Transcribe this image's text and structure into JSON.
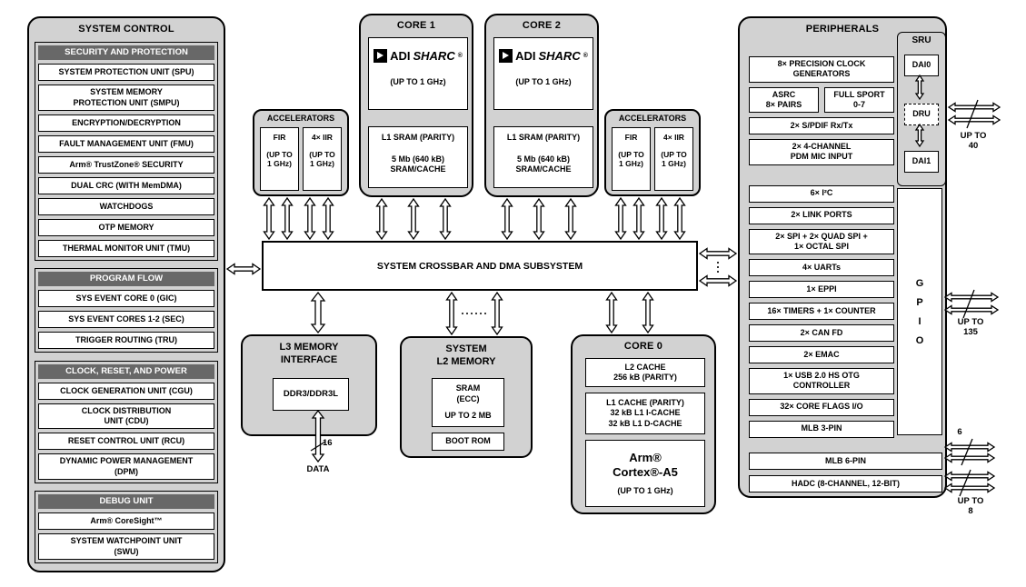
{
  "system_control": {
    "title": "SYSTEM CONTROL",
    "sections": [
      {
        "header": "SECURITY AND PROTECTION",
        "items": [
          "SYSTEM PROTECTION UNIT (SPU)",
          "SYSTEM MEMORY\nPROTECTION UNIT (SMPU)",
          "ENCRYPTION/DECRYPTION",
          "FAULT MANAGEMENT UNIT (FMU)",
          "Arm® TrustZone® SECURITY",
          "DUAL CRC (WITH MemDMA)",
          "WATCHDOGS",
          "OTP MEMORY",
          "THERMAL MONITOR UNIT (TMU)"
        ]
      },
      {
        "header": "PROGRAM FLOW",
        "items": [
          "SYS EVENT CORE 0 (GIC)",
          "SYS EVENT CORES 1-2 (SEC)",
          "TRIGGER ROUTING (TRU)"
        ]
      },
      {
        "header": "CLOCK, RESET, AND POWER",
        "items": [
          "CLOCK GENERATION UNIT (CGU)",
          "CLOCK DISTRIBUTION\nUNIT (CDU)",
          "RESET CONTROL UNIT (RCU)",
          "DYNAMIC POWER MANAGEMENT\n(DPM)"
        ]
      },
      {
        "header": "DEBUG UNIT",
        "items": [
          "Arm® CoreSight™",
          "SYSTEM WATCHPOINT UNIT\n(SWU)"
        ]
      }
    ]
  },
  "accel_left": {
    "title": "ACCELERATORS",
    "units": [
      {
        "l1": "FIR",
        "l2": "(UP TO",
        "l3": "1 GHz)"
      },
      {
        "l1": "4× IIR",
        "l2": "(UP TO",
        "l3": "1 GHz)"
      }
    ]
  },
  "accel_right": {
    "title": "ACCELERATORS",
    "units": [
      {
        "l1": "FIR",
        "l2": "(UP TO",
        "l3": "1 GHz)"
      },
      {
        "l1": "4× IIR",
        "l2": "(UP TO",
        "l3": "1 GHz)"
      }
    ]
  },
  "core1": {
    "title": "CORE 1",
    "logo_text": "ADI",
    "chip_name": "SHARC",
    "chip_reg": "®",
    "speed": "(UP TO 1 GHz)",
    "l1_line1": "L1 SRAM (PARITY)",
    "l1_line2": "5 Mb (640 kB)",
    "l1_line3": "SRAM/CACHE"
  },
  "core2": {
    "title": "CORE 2",
    "logo_text": "ADI",
    "chip_name": "SHARC",
    "chip_reg": "®",
    "speed": "(UP TO 1 GHz)",
    "l1_line1": "L1 SRAM (PARITY)",
    "l1_line2": "5 Mb (640 kB)",
    "l1_line3": "SRAM/CACHE"
  },
  "crossbar": {
    "label": "SYSTEM CROSSBAR AND DMA SUBSYSTEM"
  },
  "l3_memory": {
    "title1": "L3 MEMORY",
    "title2": "INTERFACE",
    "ddr": "DDR3/DDR3L",
    "bus_width": "16",
    "bus_label": "DATA"
  },
  "l2_memory": {
    "title1": "SYSTEM",
    "title2": "L2 MEMORY",
    "sram1": "SRAM",
    "sram2": "(ECC)",
    "sram3": "UP TO 2 MB",
    "boot_rom": "BOOT ROM"
  },
  "core0": {
    "title": "CORE 0",
    "l2c1": "L2 CACHE",
    "l2c2": "256 kB (PARITY)",
    "l1c1": "L1 CACHE (PARITY)",
    "l1c2": "32 kB L1 I-CACHE",
    "l1c3": "32 kB L1 D-CACHE",
    "cpu1": "Arm®",
    "cpu2": "Cortex®-A5",
    "cpu_speed": "(UP TO 1 GHz)"
  },
  "peripherals": {
    "title": "PERIPHERALS",
    "clock_gen": "8× PRECISION CLOCK\nGENERATORS",
    "asrc1": "ASRC",
    "asrc2": "8× PAIRS",
    "sport1": "FULL SPORT",
    "sport2": "0-7",
    "group1": [
      "2× S/PDIF Rx/Tx",
      "2× 4-CHANNEL\nPDM MIC INPUT"
    ],
    "group2": [
      "6× I²C",
      "2× LINK PORTS",
      "2× SPI + 2× QUAD SPI +\n1× OCTAL SPI",
      "4× UARTs",
      "1× EPPI",
      "16× TIMERS + 1× COUNTER",
      "2× CAN FD",
      "2× EMAC",
      "1× USB 2.0 HS OTG\nCONTROLLER",
      "32× CORE FLAGS I/O",
      "MLB 3-PIN"
    ],
    "mlb6": "MLB 6-PIN",
    "hadc": "HADC (8-CHANNEL, 12-BIT)",
    "sru": {
      "title": "SRU",
      "dai0": "DAI0",
      "dru": "DRU",
      "dai1": "DAI1"
    },
    "gpio": [
      "G",
      "P",
      "I",
      "O"
    ]
  },
  "buses": {
    "b40_1": "UP TO",
    "b40_2": "40",
    "b135_1": "UP TO",
    "b135_2": "135",
    "b6": "6",
    "b8_1": "UP TO",
    "b8_2": "8"
  }
}
